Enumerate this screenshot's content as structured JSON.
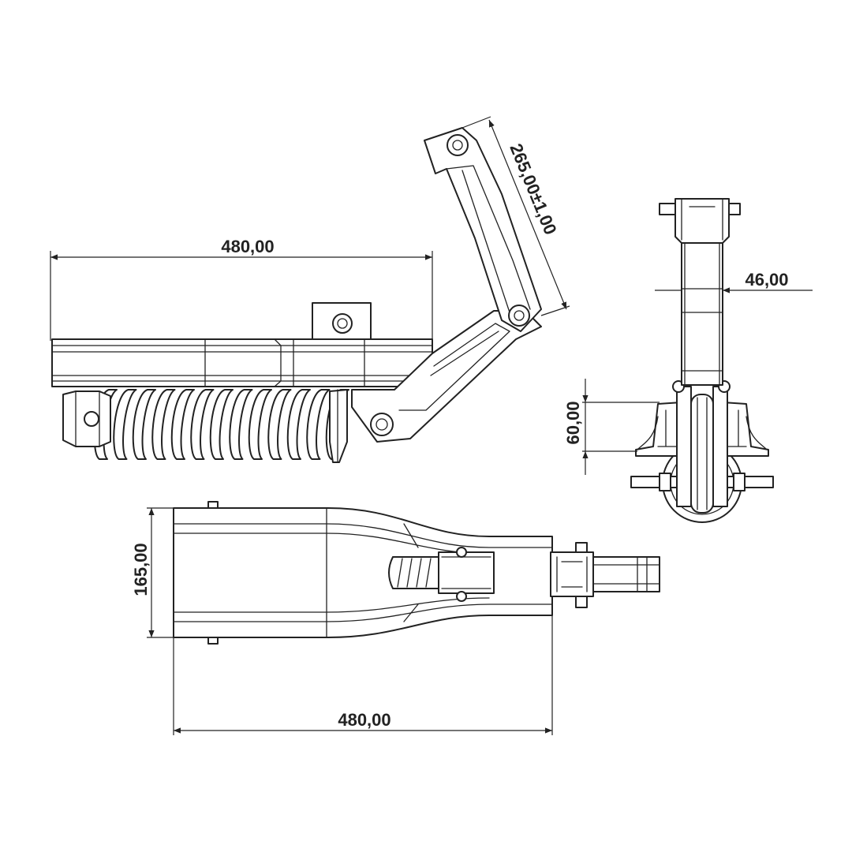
{
  "dimensions": {
    "side_length": "480,00",
    "arm_length": "265,00±1,00",
    "front_width": "46,00",
    "front_height": "60,00",
    "top_width": "165,00",
    "top_length": "480,00"
  },
  "colors": {
    "line": "#222222",
    "background": "#ffffff"
  }
}
